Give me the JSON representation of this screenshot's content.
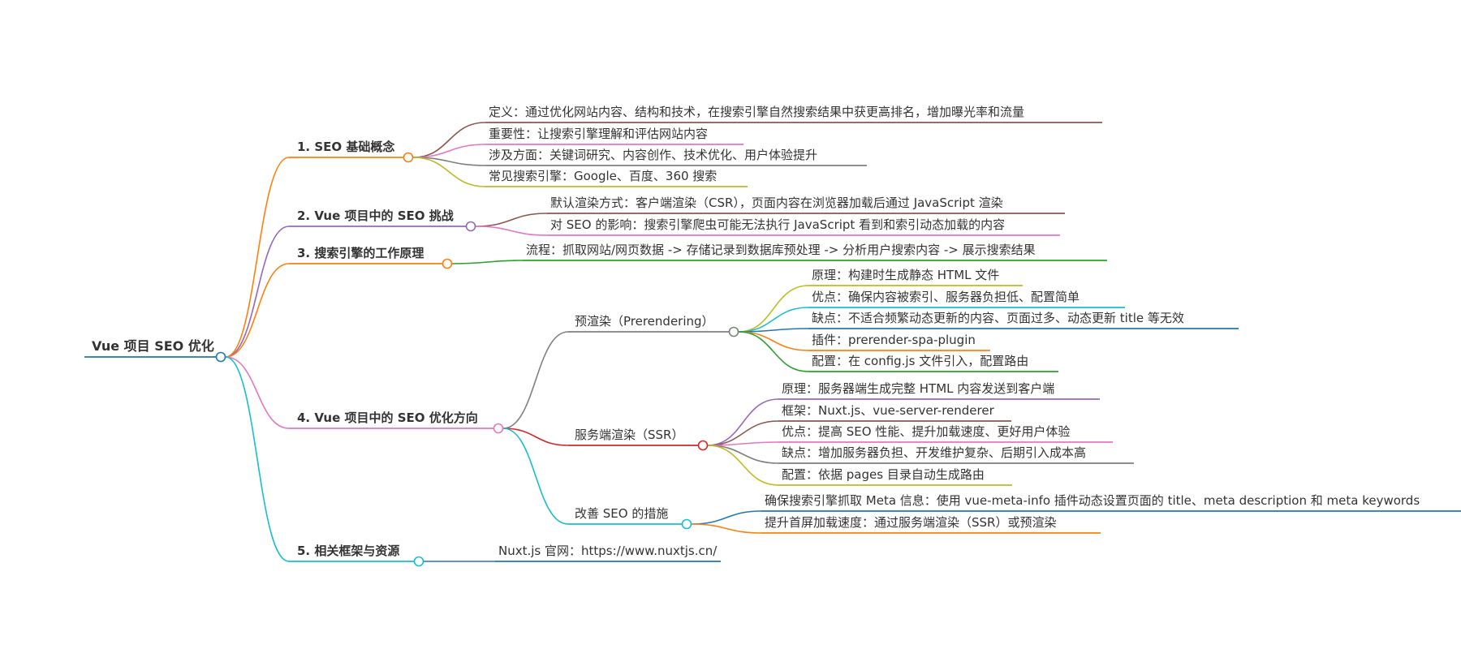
{
  "root": {
    "label": "Vue 项目 SEO 优化",
    "color": "#1f77b4"
  },
  "branches": [
    {
      "label": "1. SEO 基础概念",
      "color": "#ff7f0e",
      "leaves": [
        {
          "label": "定义：通过优化网站内容、结构和技术，在搜索引擎自然搜索结果中获更高排名，增加曝光率和流量",
          "color": "#8c564b"
        },
        {
          "label": "重要性：让搜索引擎理解和评估网站内容",
          "color": "#e377c2"
        },
        {
          "label": "涉及方面：关键词研究、内容创作、技术优化、用户体验提升",
          "color": "#7f7f7f"
        },
        {
          "label": "常见搜索引擎：Google、百度、360 搜索",
          "color": "#bcbd22"
        }
      ]
    },
    {
      "label": "2. Vue 项目中的 SEO 挑战",
      "color": "#9467bd",
      "leaves": [
        {
          "label": "默认渲染方式：客户端渲染（CSR），页面内容在浏览器加载后通过 JavaScript 渲染",
          "color": "#8c564b"
        },
        {
          "label": "对 SEO 的影响：搜索引擎爬虫可能无法执行 JavaScript 看到和索引动态加载的内容",
          "color": "#e377c2"
        }
      ]
    },
    {
      "label": "3. 搜索引擎的工作原理",
      "color": "#ff7f0e",
      "leaves": [
        {
          "label": "流程：抓取网站/网页数据 -> 存储记录到数据库预处理 -> 分析用户搜索内容 -> 展示搜索结果",
          "color": "#2ca02c"
        }
      ]
    },
    {
      "label": "4. Vue 项目中的 SEO 优化方向",
      "color": "#e377c2",
      "subs": [
        {
          "label": "预渲染（Prerendering）",
          "color": "#7f7f7f",
          "leaves": [
            {
              "label": "原理：构建时生成静态 HTML 文件",
              "color": "#bcbd22"
            },
            {
              "label": "优点：确保内容被索引、服务器负担低、配置简单",
              "color": "#17becf"
            },
            {
              "label": "缺点：不适合频繁动态更新的内容、页面过多、动态更新 title 等无效",
              "color": "#1f77b4"
            },
            {
              "label": "插件：prerender-spa-plugin",
              "color": "#ff7f0e"
            },
            {
              "label": "配置：在 config.js 文件引入，配置路由",
              "color": "#2ca02c"
            }
          ]
        },
        {
          "label": "服务端渲染（SSR）",
          "color": "#d62728",
          "leaves": [
            {
              "label": "原理：服务器端生成完整 HTML 内容发送到客户端",
              "color": "#9467bd"
            },
            {
              "label": "框架：Nuxt.js、vue-server-renderer",
              "color": "#8c564b"
            },
            {
              "label": "优点：提高 SEO 性能、提升加载速度、更好用户体验",
              "color": "#e377c2"
            },
            {
              "label": "缺点：增加服务器负担、开发维护复杂、后期引入成本高",
              "color": "#7f7f7f"
            },
            {
              "label": "配置：依据 pages 目录自动生成路由",
              "color": "#bcbd22"
            }
          ]
        },
        {
          "label": "改善 SEO 的措施",
          "color": "#17becf",
          "leaves": [
            {
              "label": "确保搜索引擎抓取 Meta 信息：使用 vue-meta-info 插件动态设置页面的 title、meta description 和 meta keywords",
              "color": "#1f77b4"
            },
            {
              "label": "提升首屏加载速度：通过服务端渲染（SSR）或预渲染",
              "color": "#ff7f0e"
            }
          ]
        }
      ]
    },
    {
      "label": "5. 相关框架与资源",
      "color": "#17becf",
      "leaves": [
        {
          "label": "Nuxt.js 官网：https://www.nuxtjs.cn/",
          "color": "#1f77b4"
        }
      ]
    }
  ]
}
